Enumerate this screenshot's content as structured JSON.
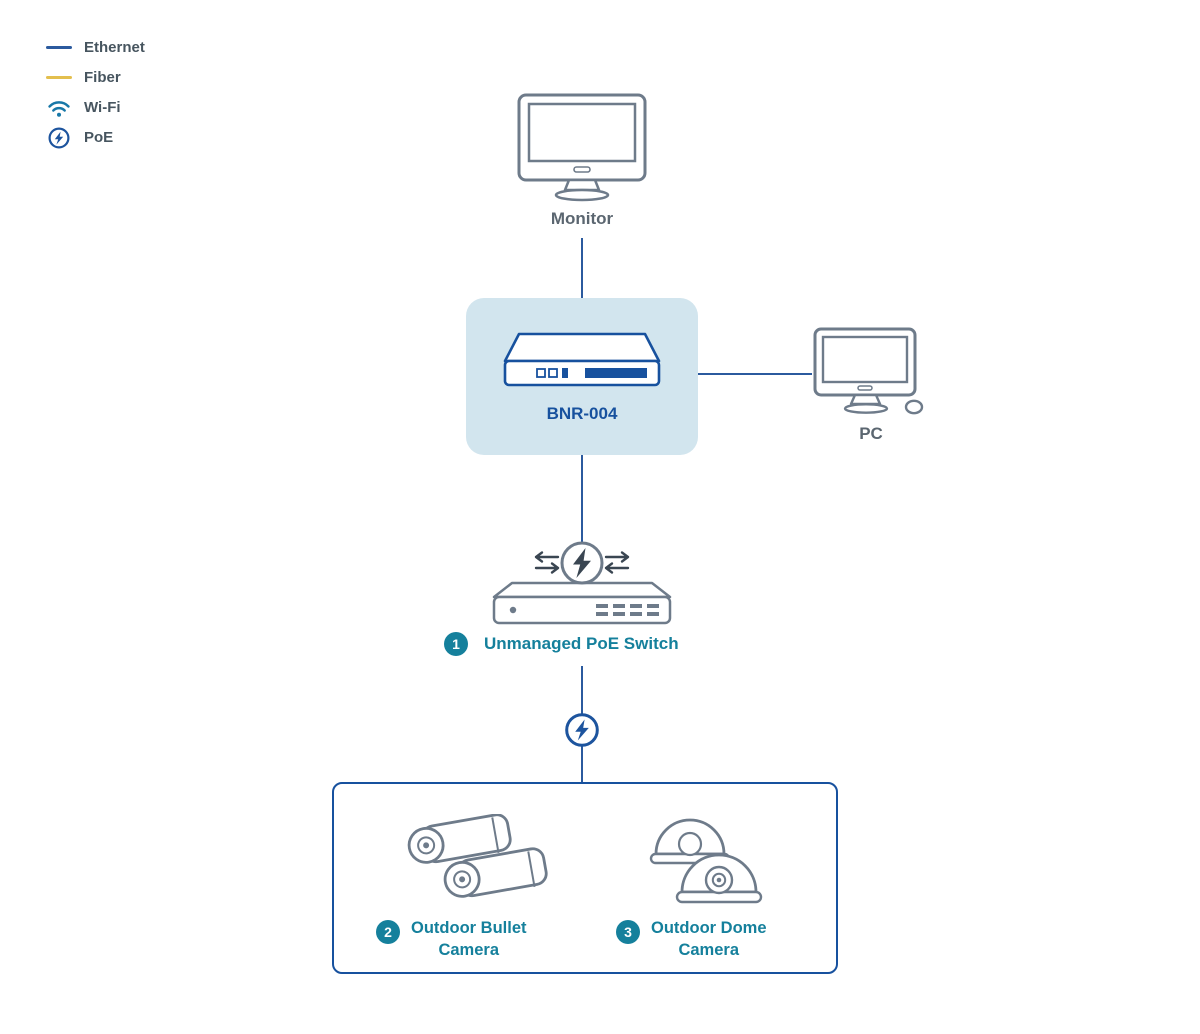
{
  "legend": {
    "items": [
      {
        "label": "Ethernet"
      },
      {
        "label": "Fiber"
      },
      {
        "label": "Wi-Fi"
      },
      {
        "label": "PoE"
      }
    ]
  },
  "nodes": {
    "monitor": {
      "label": "Monitor"
    },
    "nvr": {
      "label": "BNR-004"
    },
    "pc": {
      "label": "PC"
    },
    "poe_switch": {
      "badge": "1",
      "label": "Unmanaged PoE Switch"
    },
    "bullet_camera": {
      "badge": "2",
      "label_line1": "Outdoor Bullet",
      "label_line2": "Camera"
    },
    "dome_camera": {
      "badge": "3",
      "label_line1": "Outdoor Dome",
      "label_line2": "Camera"
    }
  },
  "colors": {
    "ethernet": "#2b5a9e",
    "fiber": "#e3bf4e",
    "wifi": "#1878a8",
    "poe": "#1d549e",
    "accent_blue": "#17519e",
    "teal": "#15809c",
    "panel_bg": "#d2e5ee",
    "device_gray": "#6e7b8a",
    "label_gray": "#5b6670",
    "emblem_dark": "#3a4652"
  }
}
